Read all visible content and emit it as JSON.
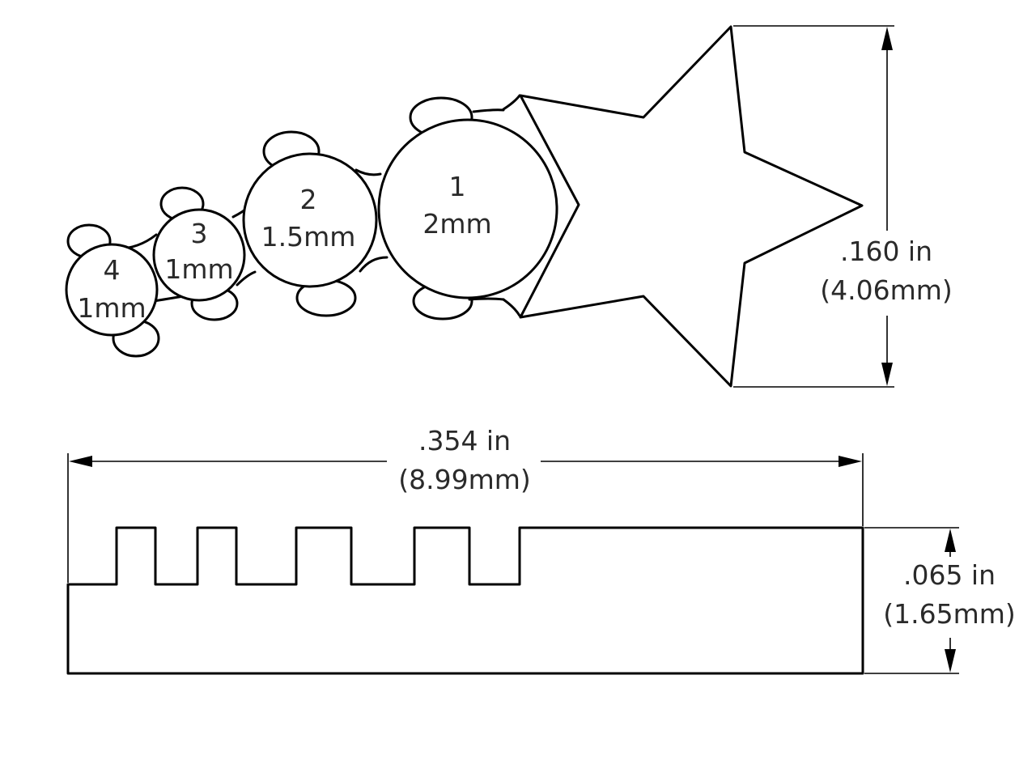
{
  "gems": [
    {
      "number": "1",
      "size": "2mm"
    },
    {
      "number": "2",
      "size": "1.5mm"
    },
    {
      "number": "3",
      "size": "1mm"
    },
    {
      "number": "4",
      "size": "1mm"
    }
  ],
  "dimensions": {
    "height": {
      "inches": ".160 in",
      "mm": "(4.06mm)"
    },
    "length": {
      "inches": ".354 in",
      "mm": "(8.99mm)"
    },
    "thickness": {
      "inches": ".065 in",
      "mm": "(1.65mm)"
    }
  }
}
